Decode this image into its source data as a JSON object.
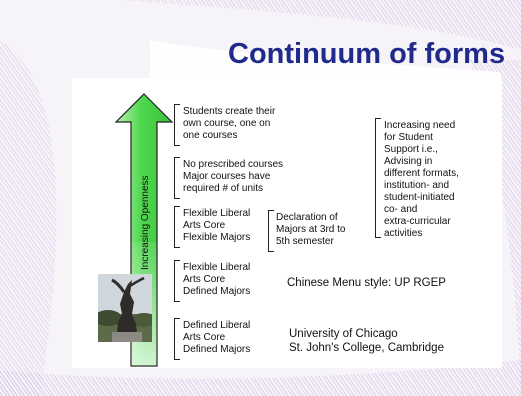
{
  "slide": {
    "title": "Continuum of forms",
    "axis_label": "Increasing Openness",
    "levels": [
      {
        "lines": [
          "Students create their",
          "own course, one on",
          "one courses"
        ]
      },
      {
        "lines": [
          "No prescribed courses",
          "Major courses have",
          "required # of units"
        ]
      },
      {
        "lines": [
          "Flexible Liberal",
          "Arts Core",
          "Flexible Majors"
        ]
      },
      {
        "lines": [
          "Flexible Liberal",
          "Arts Core",
          "Defined Majors"
        ]
      },
      {
        "lines": [
          "Defined Liberal",
          "Arts Core",
          "Defined Majors"
        ]
      }
    ],
    "declaration_lines": [
      "Declaration of",
      "Majors at 3rd to",
      "5th semester"
    ],
    "support_lines": [
      "Increasing need",
      "for Student",
      "Support i.e.,",
      "Advising in",
      "different formats,",
      "institution- and",
      "student-initiated",
      "co- and",
      "extra-curricular",
      "activities"
    ],
    "chinese_menu": "Chinese Menu style: UP RGEP",
    "examples": [
      "University of Chicago",
      "St. John's College, Cambridge"
    ]
  },
  "colors": {
    "title": "#1f2a8c",
    "arrow_fill": "#4ed84e",
    "arrow_light": "#dff7d8",
    "stripe_pink": "#e79ac8",
    "stripe_blue": "#9fb2e6"
  }
}
